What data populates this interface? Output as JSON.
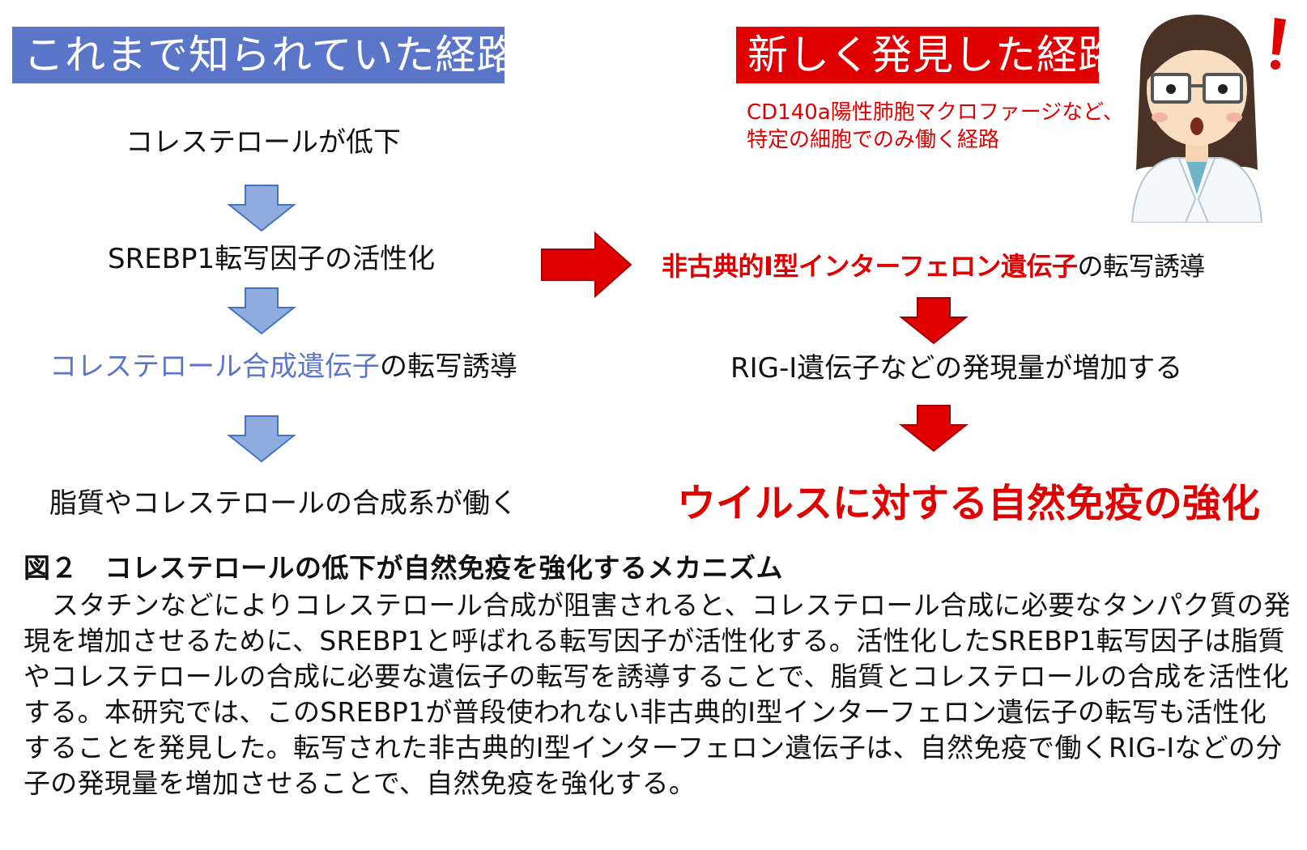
{
  "left_column": {
    "header": "これまで知られていた経路",
    "steps": [
      {
        "text": "コレステロールが低下"
      },
      {
        "text": "SREBP1転写因子の活性化"
      },
      {
        "highlight": "コレステロール合成遺伝子",
        "rest": "の転写誘導"
      },
      {
        "text": "脂質やコレステロールの合成系が働く"
      }
    ]
  },
  "right_column": {
    "header": "新しく発見した経路",
    "note": "CD140a陽性肺胞マクロファージなど、特定の細胞でのみ働く経路",
    "steps": [
      {
        "highlight": "非古典的I型インターフェロン遺伝子",
        "rest": "の転写誘導"
      },
      {
        "text": "RIG-I遺伝子などの発現量が増加する"
      },
      {
        "text": "ウイルスに対する自然免疫の強化"
      }
    ]
  },
  "caption": {
    "title": "図２　コレステロールの低下が自然免疫を強化するメカニズム",
    "body": "スタチンなどによりコレステロール合成が阻害されると、コレステロール合成に必要なタンパク質の発現を増加させるために、SREBP1と呼ばれる転写因子が活性化する。活性化したSREBP1転写因子は脂質やコレステロールの合成に必要な遺伝子の転写を誘導することで、脂質とコレステロールの合成を活性化する。本研究では、このSREBP1が普段使われない非古典的I型インターフェロン遺伝子の転写も活性化することを発見した。転写された非古典的I型インターフェロン遺伝子は、自然免疫で働くRIG-Iなどの分子の発現量を増加させることで、自然免疫を強化する。"
  },
  "illustration": {
    "exclamation": "!"
  },
  "colors": {
    "blue": "#5b76c8",
    "red": "#e00000",
    "arrow_blue": "#8faadc",
    "arrow_blue_stroke": "#4472c4",
    "arrow_red": "#e00000",
    "arrow_red_stroke": "#a00000"
  }
}
